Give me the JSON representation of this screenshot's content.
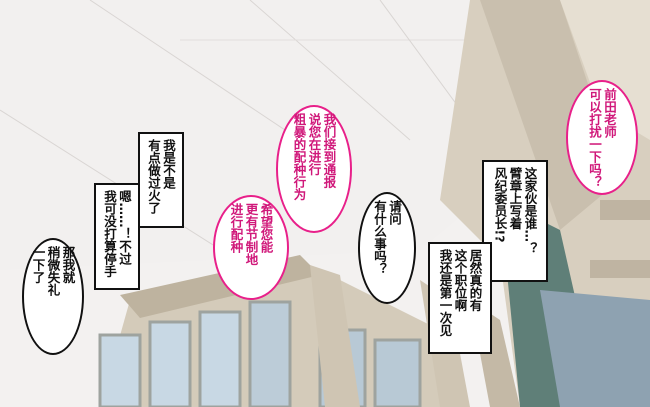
{
  "colors": {
    "pink_outline": "#e8208a",
    "pink_text": "#d0187a",
    "black_outline": "#111111",
    "background": "#f3f1f0",
    "building_beige": "#d8cfbf",
    "window_blue": "#c8d8e4",
    "dark_teal": "#5f7f78"
  },
  "bubbles": {
    "b1": {
      "lines": [
        "前田老师",
        "可以打扰一下吗？"
      ]
    },
    "b2": {
      "lines": [
        "这家伙是谁…？",
        "臂章上写着",
        "风纪委员长!?"
      ]
    },
    "b3": {
      "lines": [
        "我们接到通报",
        "说您在进行",
        "粗暴的配种行为"
      ]
    },
    "b4": {
      "lines": [
        "希望您能",
        "更有节制地",
        "进行配种"
      ]
    },
    "b5": {
      "lines": [
        "请问",
        "有什么事吗？"
      ]
    },
    "b6": {
      "lines": [
        "居然真的有",
        "这个职位啊",
        "我还是第一次见"
      ]
    },
    "b7": {
      "lines": [
        "我是不是",
        "有点做过火了"
      ]
    },
    "b8": {
      "lines": [
        "嗯……！不过",
        "我可没打算停手"
      ]
    },
    "b9": {
      "lines": [
        "那我就",
        "稍微失礼",
        "一下了"
      ]
    }
  }
}
